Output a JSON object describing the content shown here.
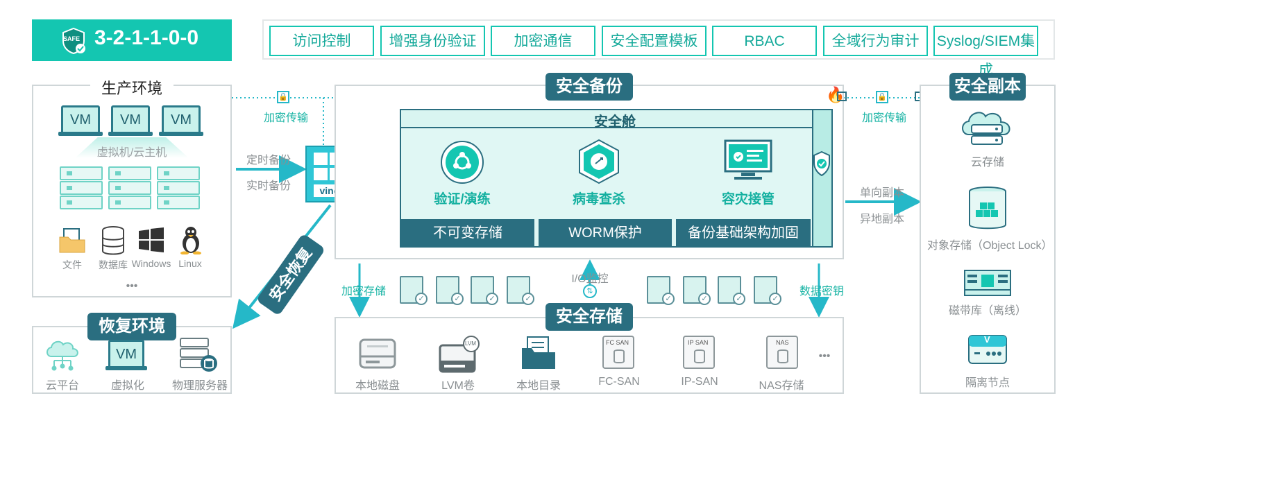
{
  "header": {
    "brand_badge": "SAFE",
    "brand_text": "3-2-1-1-0-0",
    "features": [
      "访问控制",
      "增强身份验证",
      "加密通信",
      "安全配置模板",
      "RBAC",
      "全域行为审计",
      "Syslog/SIEM集成"
    ]
  },
  "production": {
    "title": "生产环境",
    "vm_label": "VM",
    "vm_caption": "虚拟机/云主机",
    "items": [
      "文件",
      "数据库",
      "Windows",
      "Linux"
    ],
    "more": "•••"
  },
  "recovery": {
    "title": "恢复环境",
    "vm_label": "VM",
    "items": [
      "云平台",
      "虚拟化",
      "物理服务器"
    ]
  },
  "flows": {
    "encrypted_transfer_left": "加密传输",
    "scheduled_backup": "定时备份",
    "realtime_backup": "实时备份",
    "secure_restore": "安全恢复",
    "encrypted_transfer_right": "加密传输",
    "one_way_copy": "单向副本",
    "offsite_copy": "异地副本",
    "encrypted_storage": "加密存储",
    "io_monitor": "I/O监控",
    "data_key": "数据密钥"
  },
  "appliance": {
    "brand": "vinchin"
  },
  "secure_backup": {
    "title": "安全备份",
    "vault_title": "安全舱",
    "steps": [
      "验证/演练",
      "病毒查杀",
      "容灾接管"
    ],
    "bars": [
      "不可变存储",
      "WORM保护",
      "备份基础架构加固"
    ]
  },
  "secure_storage": {
    "title": "安全存储",
    "items": [
      "本地磁盘",
      "LVM卷",
      "本地目录",
      "FC-SAN",
      "IP-SAN",
      "NAS存储"
    ],
    "badges": [
      "LVM",
      "FC SAN",
      "IP SAN",
      "NAS"
    ],
    "more": "•••"
  },
  "secure_copy": {
    "title": "安全副本",
    "items": [
      "云存储",
      "对象存储（Object Lock）",
      "磁带库（离线）",
      "隔离节点"
    ],
    "isolated_badge": "V"
  },
  "colors": {
    "accent": "#14c6b1",
    "dark": "#2a6e80",
    "line": "#cfd6d8"
  }
}
